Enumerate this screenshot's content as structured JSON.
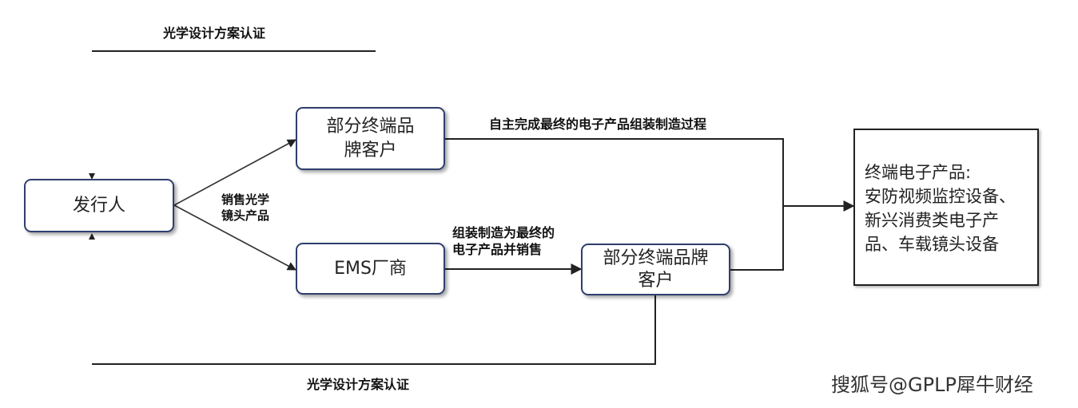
{
  "top_label": "光学设计方案认证",
  "bottom_label": "光学设计方案认证",
  "nodes": {
    "issuer": "发行人",
    "brand_top": "部分终端品\n牌客户",
    "ems": "EMS厂商",
    "brand_bottom": "部分终端品牌\n客户"
  },
  "edge_labels": {
    "sell": "销售光学\n镜头产品",
    "self_assembly": "自主完成最终的电子产品组装制造过程",
    "ems_assembly": "组装制造为最终的\n电子产品并销售"
  },
  "result": {
    "text": "终端电子产品:\n安防视频监控设备、\n新兴消费类电子产\n品、车载镜头设备"
  },
  "watermark": "搜狐号@GPLP犀牛财经",
  "colors": {
    "node_border": "#2f3f6e",
    "line": "#222222"
  }
}
